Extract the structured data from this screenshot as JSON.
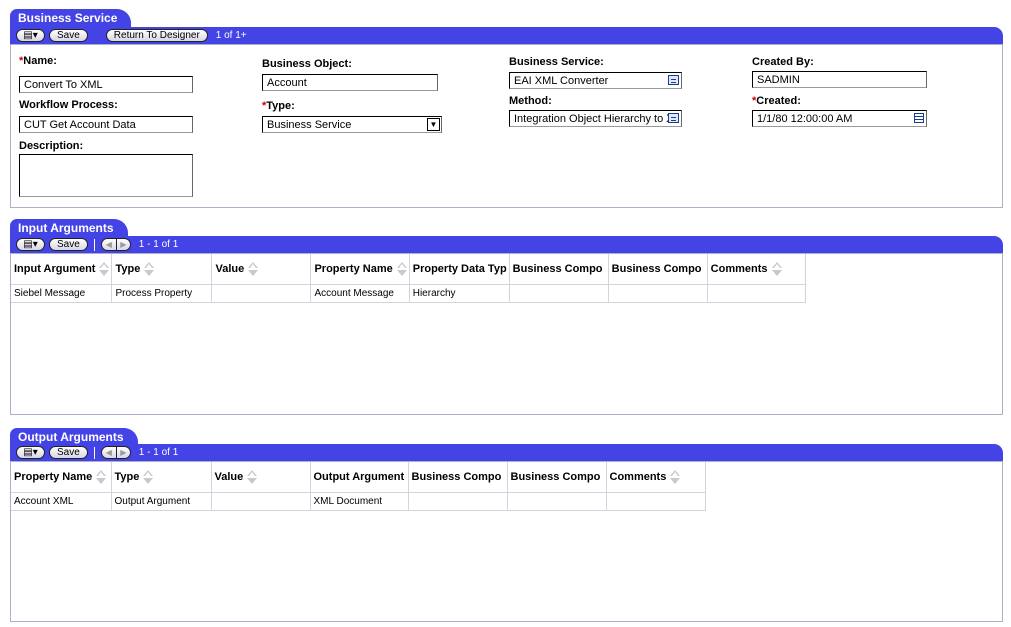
{
  "business_service_applet": {
    "tab_title": "Business Service",
    "toolbar": {
      "menu_label": "▤▾",
      "save_label": "Save",
      "return_label": "Return To Designer",
      "counter": "1 of 1+"
    },
    "fields": {
      "name": {
        "label": "Name:",
        "value": "Convert To XML",
        "required": true
      },
      "workflow_process": {
        "label": "Workflow Process:",
        "value": "CUT Get Account Data"
      },
      "description": {
        "label": "Description:",
        "value": ""
      },
      "business_object": {
        "label": "Business Object:",
        "value": "Account"
      },
      "type": {
        "label": "Type:",
        "value": "Business Service",
        "required": true
      },
      "business_service": {
        "label": "Business Service:",
        "value": "EAI XML Converter"
      },
      "method": {
        "label": "Method:",
        "value": "Integration Object Hierarchy to X"
      },
      "created_by": {
        "label": "Created By:",
        "value": "SADMIN"
      },
      "created": {
        "label": "Created:",
        "value": "1/1/80 12:00:00 AM",
        "required": true
      }
    },
    "required_marker": "*"
  },
  "input_arguments_applet": {
    "tab_title": "Input Arguments",
    "toolbar": {
      "menu_label": "▤▾",
      "save_label": "Save",
      "prev_icon": "◀",
      "next_icon": "▶",
      "counter": "1 - 1 of 1"
    },
    "columns": [
      "Input Argument",
      "Type",
      "Value",
      "Property Name",
      "Property Data Typ",
      "Business Compo",
      "Business Compo",
      "Comments"
    ],
    "sortable": [
      true,
      true,
      true,
      true,
      false,
      false,
      false,
      true
    ],
    "rows": [
      [
        "Siebel Message",
        "Process Property",
        "",
        "Account Message",
        "Hierarchy",
        "",
        "",
        ""
      ]
    ]
  },
  "output_arguments_applet": {
    "tab_title": "Output Arguments",
    "toolbar": {
      "menu_label": "▤▾",
      "save_label": "Save",
      "prev_icon": "◀",
      "next_icon": "▶",
      "counter": "1 - 1 of 1"
    },
    "columns": [
      "Property Name",
      "Type",
      "Value",
      "Output Argument",
      "Business Compo",
      "Business Compo",
      "Comments"
    ],
    "sortable": [
      true,
      true,
      true,
      false,
      false,
      false,
      true
    ],
    "rows": [
      [
        "Account XML",
        "Output Argument",
        "",
        "XML Document",
        "",
        "",
        ""
      ]
    ]
  },
  "colors": {
    "applet_bar": "#4343e6",
    "border": "#aab3c6",
    "required": "#cc0000"
  }
}
